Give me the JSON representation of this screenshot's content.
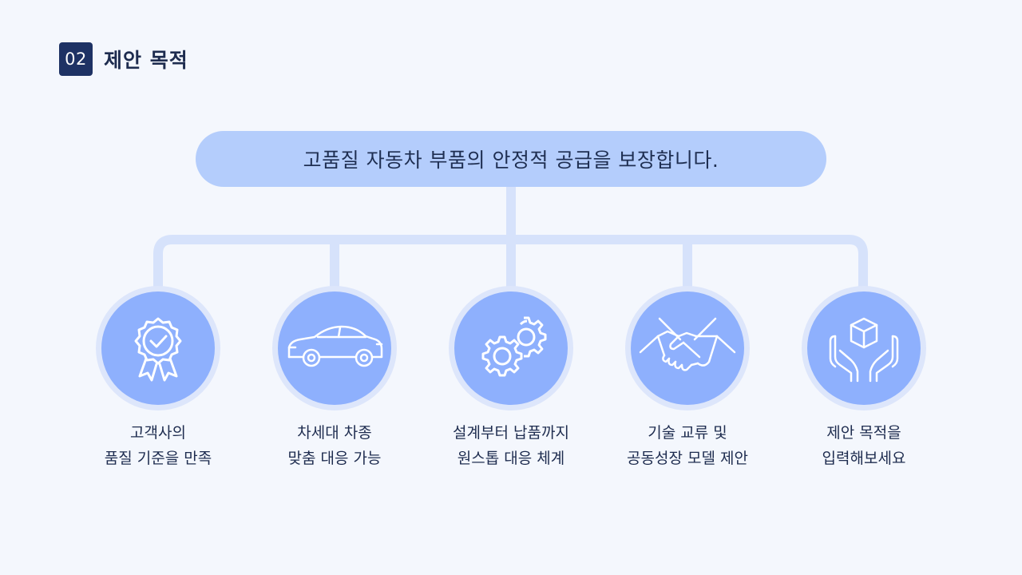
{
  "header": {
    "number": "02",
    "title": "제안 목적"
  },
  "goal": {
    "text": "고품질 자동차 부품의 안정적 공급을 보장합니다."
  },
  "items": [
    {
      "icon": "award-badge-icon",
      "line1": "고객사의",
      "line2": "품질 기준을 만족"
    },
    {
      "icon": "car-icon",
      "line1": "차세대 차종",
      "line2": "맞춤 대응 가능"
    },
    {
      "icon": "gears-icon",
      "line1": "설계부터 납품까지",
      "line2": "원스톱 대응 체계"
    },
    {
      "icon": "handshake-icon",
      "line1": "기술 교류 및",
      "line2": "공동성장 모델 제안"
    },
    {
      "icon": "hands-box-icon",
      "line1": "제안 목적을",
      "line2": "입력해보세요"
    }
  ],
  "colors": {
    "badge": "#1e3264",
    "goal_pill": "#b4cdfc",
    "circle_fill": "#8eb0fd",
    "circle_ring": "#dde6fb",
    "connector": "#d6e2fb",
    "text": "#1e2c4f",
    "background": "#f4f7fd"
  }
}
